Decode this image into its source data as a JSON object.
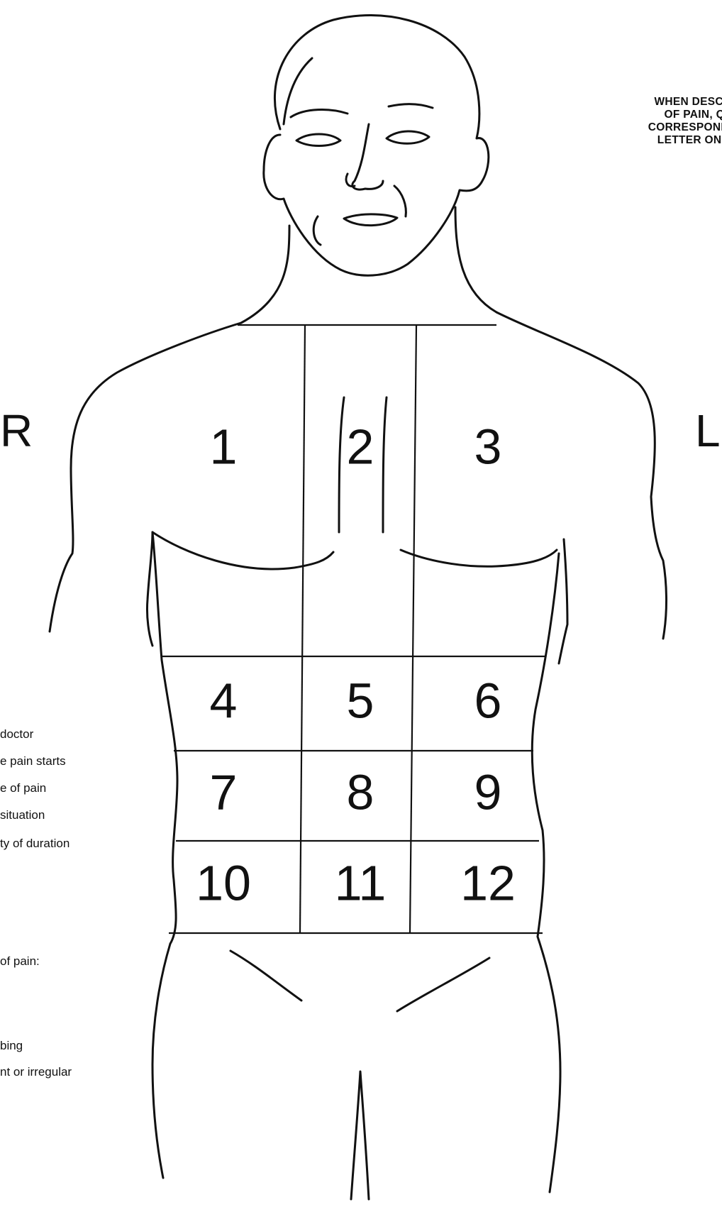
{
  "instructions": {
    "lines": [
      "WHEN DESCRIB",
      "OF PAIN, QU",
      "CORRESPONDING",
      "LETTER ON TH"
    ]
  },
  "side_labels": {
    "right": "R",
    "left": "L"
  },
  "regions": [
    {
      "number": "1"
    },
    {
      "number": "2"
    },
    {
      "number": "3"
    },
    {
      "number": "4"
    },
    {
      "number": "5"
    },
    {
      "number": "6"
    },
    {
      "number": "7"
    },
    {
      "number": "8"
    },
    {
      "number": "9"
    },
    {
      "number": "10"
    },
    {
      "number": "11"
    },
    {
      "number": "12"
    }
  ],
  "left_notes": [
    "doctor",
    "e pain starts",
    "e of pain",
    "situation",
    "ty of duration",
    "of pain:",
    "bing",
    "nt or irregular"
  ],
  "colors": {
    "ink": "#111111",
    "background": "#ffffff"
  }
}
